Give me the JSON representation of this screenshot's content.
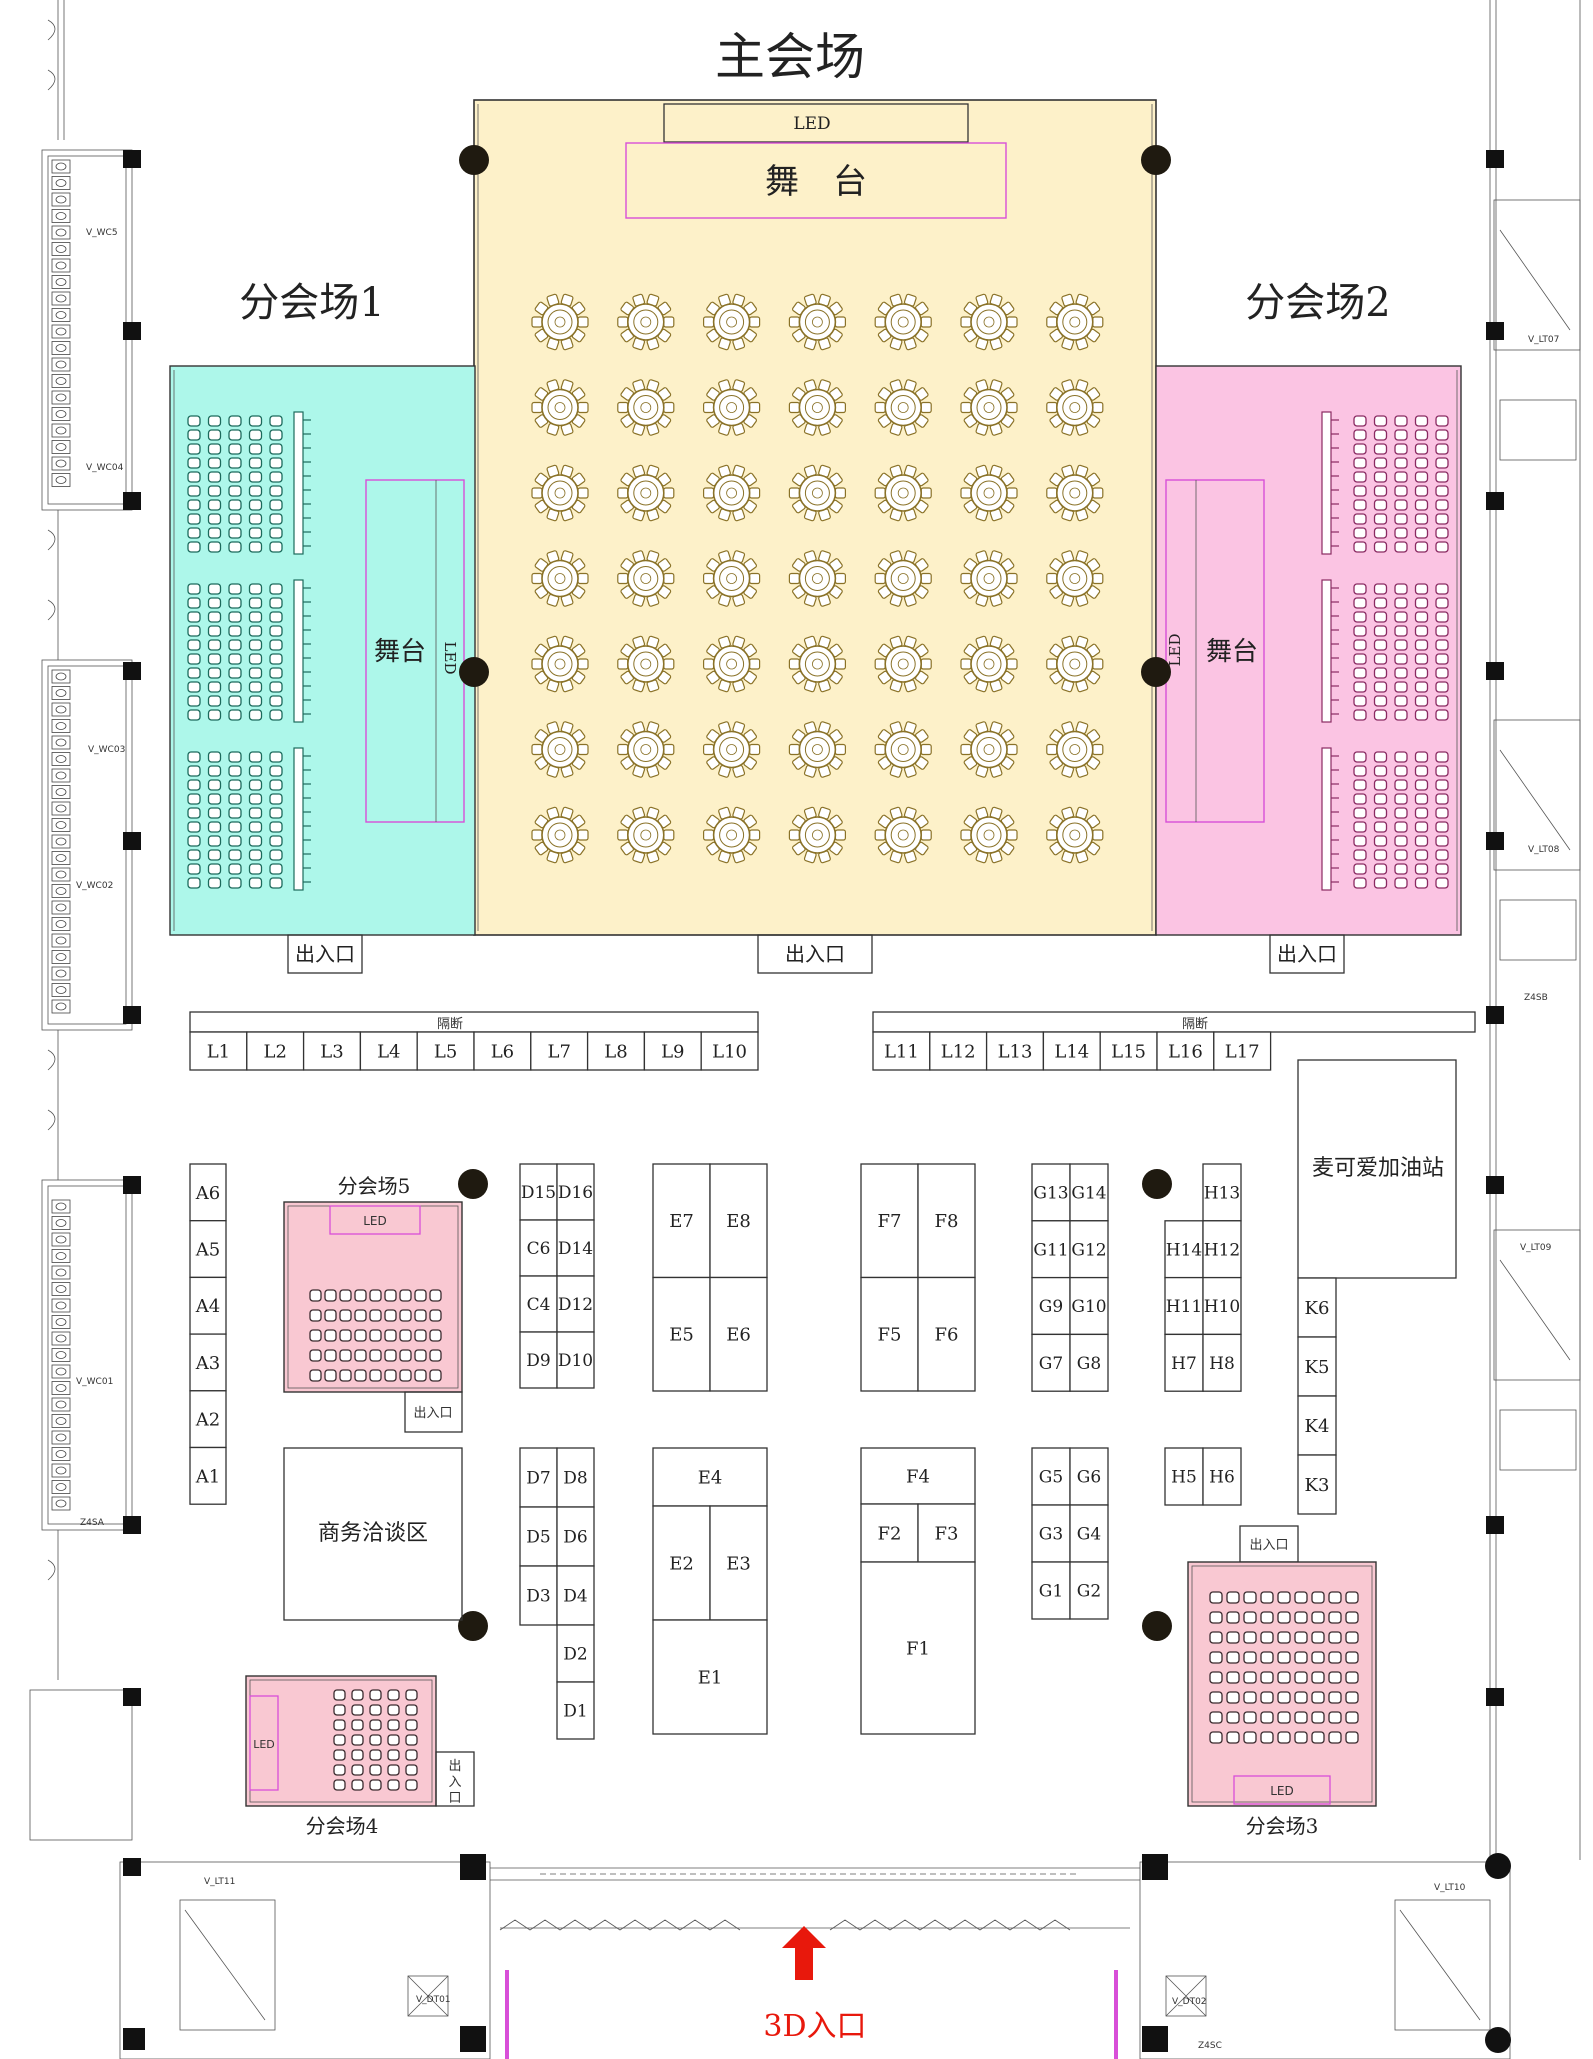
{
  "venues": {
    "main": "主会场",
    "sub1": "分会场1",
    "sub2": "分会场2",
    "sub3": "分会场3",
    "sub4": "分会场4",
    "sub5": "分会场5"
  },
  "stage_label": "舞台",
  "main_stage_label": "舞　台",
  "led_label": "LED",
  "exit_label": "出入口",
  "exit_label_vertical": [
    "出",
    "入",
    "口"
  ],
  "partition_label": "隔断",
  "booths_L_left": [
    "L1",
    "L2",
    "L3",
    "L4",
    "L5",
    "L6",
    "L7",
    "L8",
    "L9",
    "L10"
  ],
  "booths_L_right": [
    "L11",
    "L12",
    "L13",
    "L14",
    "L15",
    "L16",
    "L17"
  ],
  "booths_A": [
    "A6",
    "A5",
    "A4",
    "A3",
    "A2",
    "A1"
  ],
  "booths_D_top": [
    [
      "D15",
      "D16"
    ],
    [
      "C6",
      "D14"
    ],
    [
      "C4",
      "D12"
    ],
    [
      "D9",
      "D10"
    ]
  ],
  "booths_D_bottom": [
    [
      "D7",
      "D8"
    ],
    [
      "D5",
      "D6"
    ],
    [
      "D3",
      "D4"
    ]
  ],
  "booths_D_single": [
    "D2",
    "D1"
  ],
  "booths_E_top": [
    [
      "E7",
      "E8"
    ],
    [
      "E5",
      "E6"
    ]
  ],
  "booths_E_bottom": {
    "e4": "E4",
    "e2": "E2",
    "e3": "E3",
    "e1": "E1"
  },
  "booths_F_top": [
    [
      "F7",
      "F8"
    ],
    [
      "F5",
      "F6"
    ]
  ],
  "booths_F_bottom": {
    "f4": "F4",
    "f2": "F2",
    "f3": "F3",
    "f1": "F1"
  },
  "booths_G_top": [
    [
      "G13",
      "G14"
    ],
    [
      "G11",
      "G12"
    ],
    [
      "G9",
      "G10"
    ],
    [
      "G7",
      "G8"
    ]
  ],
  "booths_G_bottom": [
    [
      "G5",
      "G6"
    ],
    [
      "G3",
      "G4"
    ],
    [
      "G1",
      "G2"
    ]
  ],
  "booths_H": {
    "h13": "H13",
    "row2": [
      "H14",
      "H12"
    ],
    "row3": [
      "H11",
      "H10"
    ],
    "row4": [
      "H7",
      "H8"
    ],
    "row5": [
      "H5",
      "H6"
    ]
  },
  "booths_K": [
    "K6",
    "K5",
    "K4",
    "K3"
  ],
  "gas_station": "麦可爱加油站",
  "business_area": "商务洽谈区",
  "entrance_3d": "3D入口",
  "building_labels": {
    "wc5": "V_WC5",
    "wc04": "V_WC04",
    "wc03": "V_WC03",
    "wc02": "V_WC02",
    "wc01": "V_WC01",
    "lt07": "V_LT07",
    "lt08": "V_LT08",
    "lt09": "V_LT09",
    "lt10": "V_LT10",
    "lt11": "V_LT11",
    "dt01": "V_DT01",
    "dt02": "V_DT02",
    "z4sa": "Z4SA",
    "z4sb": "Z4SB",
    "z4sc": "Z4SC"
  },
  "colors": {
    "main_hall": "#fdf1c9",
    "sub1_hall": "#adf7ea",
    "sub2_hall": "#fbc4e3",
    "small_hall": "#f9c8d2",
    "stage_border": "#d84fd8",
    "entrance_red": "#e8180c",
    "table_stroke": "#8a7228",
    "sub1_chair": "#1c6a5c",
    "sub2_chair": "#8a2a62",
    "small_chair": "#3a2a2e"
  }
}
